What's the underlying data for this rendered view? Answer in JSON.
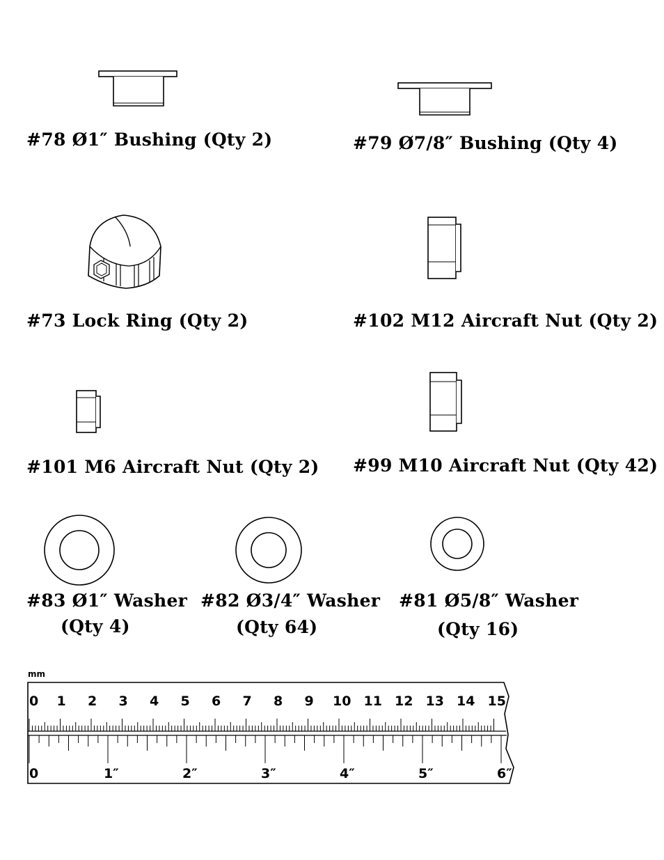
{
  "parts": {
    "p78": {
      "label": "#78 Ø1″ Bushing (Qty 2)",
      "icon": "bushing-icon"
    },
    "p79": {
      "label": "#79 Ø7/8″ Bushing (Qty 4)",
      "icon": "bushing-icon"
    },
    "p73": {
      "label": "#73 Lock Ring (Qty 2)",
      "icon": "lock-ring-icon"
    },
    "p102": {
      "label": "#102 M12 Aircraft Nut (Qty 2)",
      "icon": "aircraft-nut-icon"
    },
    "p101": {
      "label": "#101 M6 Aircraft Nut (Qty 2)",
      "icon": "aircraft-nut-icon"
    },
    "p99": {
      "label": "#99 M10 Aircraft Nut (Qty 42)",
      "icon": "aircraft-nut-icon"
    },
    "p83": {
      "label_line1": "#83 Ø1″ Washer",
      "label_line2": "(Qty 4)",
      "icon": "washer-icon"
    },
    "p82": {
      "label_line1": "#82 Ø3/4″ Washer",
      "label_line2": "(Qty 64)",
      "icon": "washer-icon"
    },
    "p81": {
      "label_line1": "#81 Ø5/8″ Washer",
      "label_line2": "(Qty 16)",
      "icon": "washer-icon"
    }
  },
  "ruler": {
    "mm_unit_label": "mm",
    "cm_labels": [
      "0",
      "1",
      "2",
      "3",
      "4",
      "5",
      "6",
      "7",
      "8",
      "9",
      "10",
      "11",
      "12",
      "13",
      "14",
      "15"
    ],
    "inch_labels": [
      "0",
      "1″",
      "2″",
      "3″",
      "4″",
      "5″",
      "6″"
    ]
  }
}
